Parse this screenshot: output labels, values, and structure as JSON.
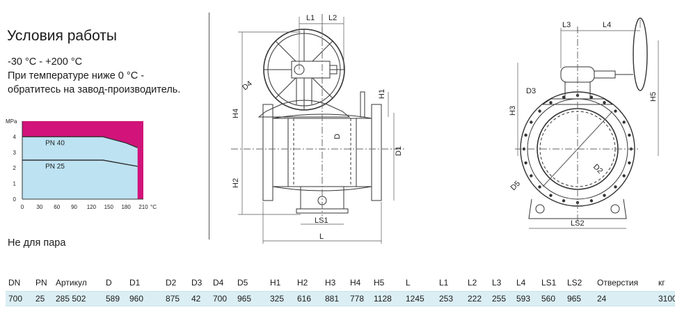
{
  "conditions": {
    "title": "Условия работы",
    "temp_range": "-30 °C - +200 °C",
    "note_line1": "При температуре ниже 0 °C -",
    "note_line2": "обратитесь на завод-производитель.",
    "not_for_steam": "Не для пара"
  },
  "chart_data": {
    "type": "area",
    "ylabel": "MPa",
    "xlabel": "°C",
    "x_ticks": [
      0,
      30,
      60,
      90,
      120,
      150,
      180,
      210
    ],
    "y_ticks": [
      0,
      1,
      2,
      3,
      4,
      5
    ],
    "xlim": [
      0,
      210
    ],
    "ylim": [
      0,
      5
    ],
    "series": [
      {
        "name": "PN 40",
        "x": [
          0,
          140,
          180,
          200
        ],
        "y": [
          4.0,
          4.0,
          3.6,
          3.3
        ]
      },
      {
        "name": "PN 25",
        "x": [
          0,
          140,
          200
        ],
        "y": [
          2.5,
          2.5,
          2.1
        ]
      }
    ],
    "colors": {
      "allowed": "#bde2f2",
      "forbidden": "#d1137a"
    }
  },
  "drawing_labels": {
    "front": [
      "L1",
      "L2",
      "D4",
      "H1",
      "H4",
      "D",
      "D1",
      "H2",
      "LS1",
      "L"
    ],
    "side": [
      "L3",
      "L4",
      "D3",
      "H3",
      "H5",
      "D2",
      "D5",
      "LS2"
    ]
  },
  "table": {
    "headers": [
      "DN",
      "PN",
      "Артикул",
      "D",
      "D1",
      "D2",
      "D3",
      "D4",
      "D5",
      "H1",
      "H2",
      "H3",
      "H4",
      "H5",
      "L",
      "L1",
      "L2",
      "L3",
      "L4",
      "LS1",
      "LS2",
      "Отверстия",
      "кг"
    ],
    "rows": [
      [
        "700",
        "25",
        "285 502",
        "589",
        "960",
        "875",
        "42",
        "700",
        "965",
        "325",
        "616",
        "881",
        "778",
        "1128",
        "1245",
        "253",
        "222",
        "255",
        "593",
        "560",
        "965",
        "24",
        "3100"
      ]
    ]
  }
}
